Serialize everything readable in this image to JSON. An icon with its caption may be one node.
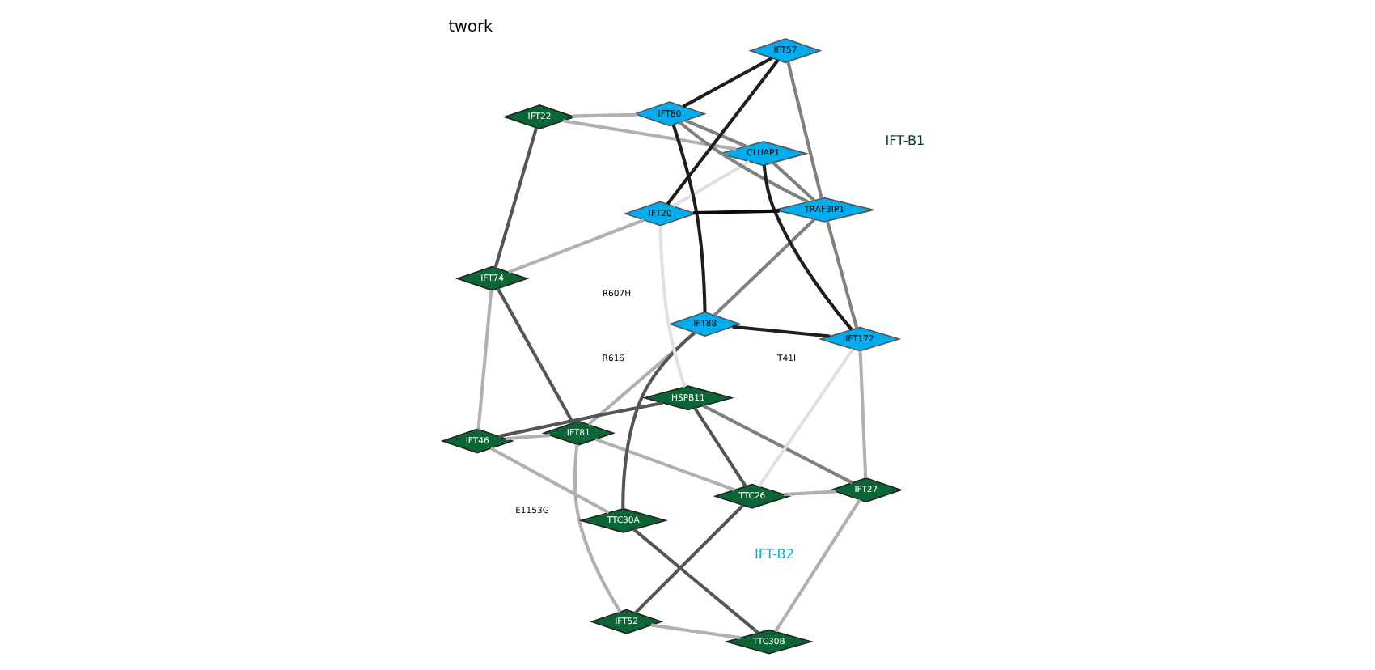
{
  "diagram": {
    "title": "twork",
    "nodes": [
      {
        "text": [
          "IFT22"
        ]
      },
      {
        "text": [
          "IFT81"
        ]
      },
      {
        "text": [
          "TTC30B"
        ]
      },
      {
        "text": [
          "TTC30A"
        ]
      },
      {
        "text": [
          "IFT74"
        ]
      },
      {
        "text": [
          "IFT46"
        ]
      },
      {
        "text": [
          "IFT52"
        ]
      },
      {
        "text": [
          "IFT27"
        ]
      },
      {
        "text": [
          "TTC26"
        ]
      },
      {
        "text": [
          "HSPB11"
        ]
      },
      {
        "text": [
          "CLUAP1"
        ]
      },
      {
        "text": [
          "IFT80"
        ]
      },
      {
        "text": [
          "IFT88"
        ]
      },
      {
        "text": [
          "IFT172"
        ]
      },
      {
        "text": [
          "IFT20"
        ]
      },
      {
        "text": [
          "IFT57"
        ]
      },
      {
        "text": [
          "TRAF3IP1"
        ]
      }
    ],
    "edges": [
      {
        "from": 2,
        "to": 3,
        "arrow": "none",
        "color": "#555555"
      },
      {
        "from": 6,
        "to": 8,
        "arrow": "none",
        "color": "#555555"
      },
      {
        "from": 8,
        "to": 9,
        "arrow": "none",
        "color": "#555555"
      },
      {
        "from": 5,
        "to": 9,
        "arrow": "none",
        "color": "#555555"
      },
      {
        "from": 1,
        "to": 4,
        "arrow": "none",
        "color": "#555555"
      },
      {
        "from": 0,
        "to": 4,
        "arrow": "none",
        "color": "#555555"
      },
      {
        "from": 7,
        "to": 9,
        "arrow": "none",
        "color": "#808080"
      },
      {
        "from": 2,
        "to": 6,
        "arrow": "none"
      },
      {
        "from": 1,
        "to": 6,
        "arrow": "none"
      },
      {
        "from": 1,
        "to": 8,
        "arrow": "none"
      },
      {
        "from": 1,
        "to": 5,
        "arrow": "none"
      },
      {
        "from": 2,
        "to": 7,
        "arrow": "none"
      },
      {
        "from": 5,
        "to": 4,
        "arrow": "none"
      },
      {
        "from": 8,
        "to": 7,
        "arrow": "none"
      },
      {
        "from": 3,
        "to": 5,
        "arrow": "none"
      },
      {
        "from": 0,
        "to": 11,
        "arrow": "none"
      },
      {
        "from": 0,
        "to": 10,
        "arrow": "none"
      },
      {
        "from": 1,
        "to": 12,
        "arrow": "none"
      },
      {
        "from": 4,
        "to": 14,
        "arrow": "none"
      },
      {
        "from": 7,
        "to": 13,
        "arrow": "none"
      },
      {
        "from": 8,
        "to": 13,
        "arrow": "none",
        "color": "#e0e0e0"
      },
      {
        "from": 9,
        "to": 14,
        "arrow": "none",
        "color": "#e0e0e0"
      },
      {
        "from": 3,
        "to": 12,
        "arrow": "none",
        "color": "#555555"
      },
      {
        "from": 12,
        "to": 11,
        "arrow": "none",
        "color": "#1e1e1e"
      },
      {
        "from": 12,
        "to": 13,
        "arrow": "none",
        "color": "#1e1e1e"
      },
      {
        "from": 13,
        "to": 10,
        "arrow": "none",
        "color": "#1e1e1e"
      },
      {
        "from": 11,
        "to": 15,
        "arrow": "none",
        "color": "#1e1e1e"
      },
      {
        "from": 14,
        "to": 15,
        "arrow": "none",
        "color": "#1e1e1e"
      },
      {
        "from": 14,
        "to": 16,
        "arrow": "none",
        "color": "#0a0a0a"
      },
      {
        "from": 11,
        "to": 16,
        "arrow": "none",
        "color": "#808080"
      },
      {
        "from": 10,
        "to": 16,
        "arrow": "none",
        "color": "#808080"
      },
      {
        "from": 15,
        "to": 16,
        "arrow": "none",
        "color": "#808080"
      },
      {
        "from": 11,
        "to": 10,
        "arrow": "none",
        "color": "#808080"
      },
      {
        "from": 12,
        "to": 16,
        "arrow": "none",
        "color": "#808080"
      },
      {
        "from": 13,
        "to": 16,
        "arrow": "none",
        "color": "#808080"
      },
      {
        "from": 10,
        "to": 14,
        "arrow": "none",
        "color": "#e0e0e0"
      }
    ],
    "labels": [
      "R607H",
      "E1153G",
      "IFT-B1",
      "IFT-B2",
      "T41I",
      "R61S"
    ]
  }
}
